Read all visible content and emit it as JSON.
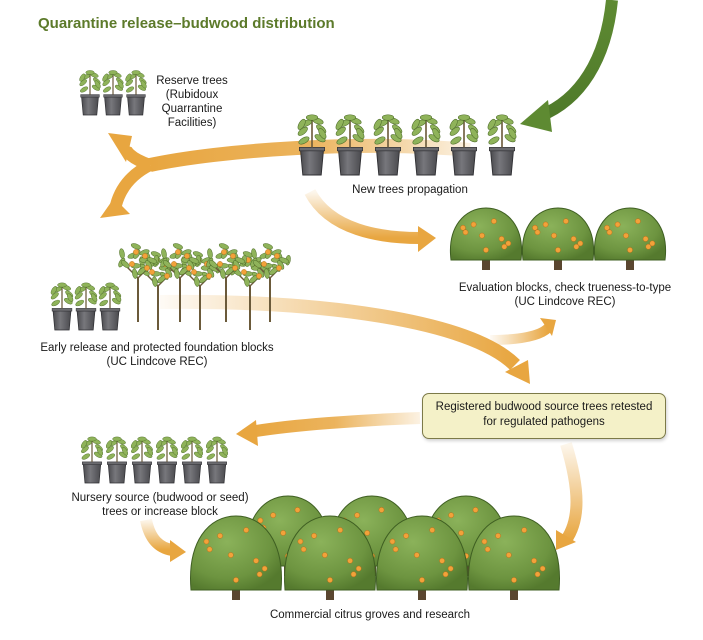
{
  "title": "Quarantine release–budwood distribution",
  "labels": {
    "reserve": [
      "Reserve trees",
      "(Rubidoux",
      "Quarrantine",
      "Facilities)"
    ],
    "propagation": [
      "New trees propagation"
    ],
    "evaluation": [
      "Evaluation blocks, check trueness-to-type",
      "(UC Lindcove REC)"
    ],
    "foundation": [
      "Early release and protected foundation blocks",
      "(UC Lindcove REC)"
    ],
    "registered": [
      "Registered budwood source trees retested",
      "for regulated pathogens"
    ],
    "nursery": [
      "Nursery source (budwood or seed)",
      "trees or increase block"
    ],
    "commercial": [
      "Commercial citrus groves and research"
    ]
  },
  "colors": {
    "title": "#5c7a2a",
    "arrow_orange": "#e8a640",
    "arrow_green": "#5e8a32",
    "leaf": "#8fb35a",
    "canopy": "#6d9440",
    "fruit": "#f2a23a",
    "pot": "#5a5a5e",
    "callout_fill": "#f4f1c8",
    "callout_border": "#7c7a48"
  },
  "icons": [
    "potted-seedling-icon",
    "citrus-tree-icon",
    "fruiting-standard-tree-icon",
    "flow-arrow-icon"
  ]
}
